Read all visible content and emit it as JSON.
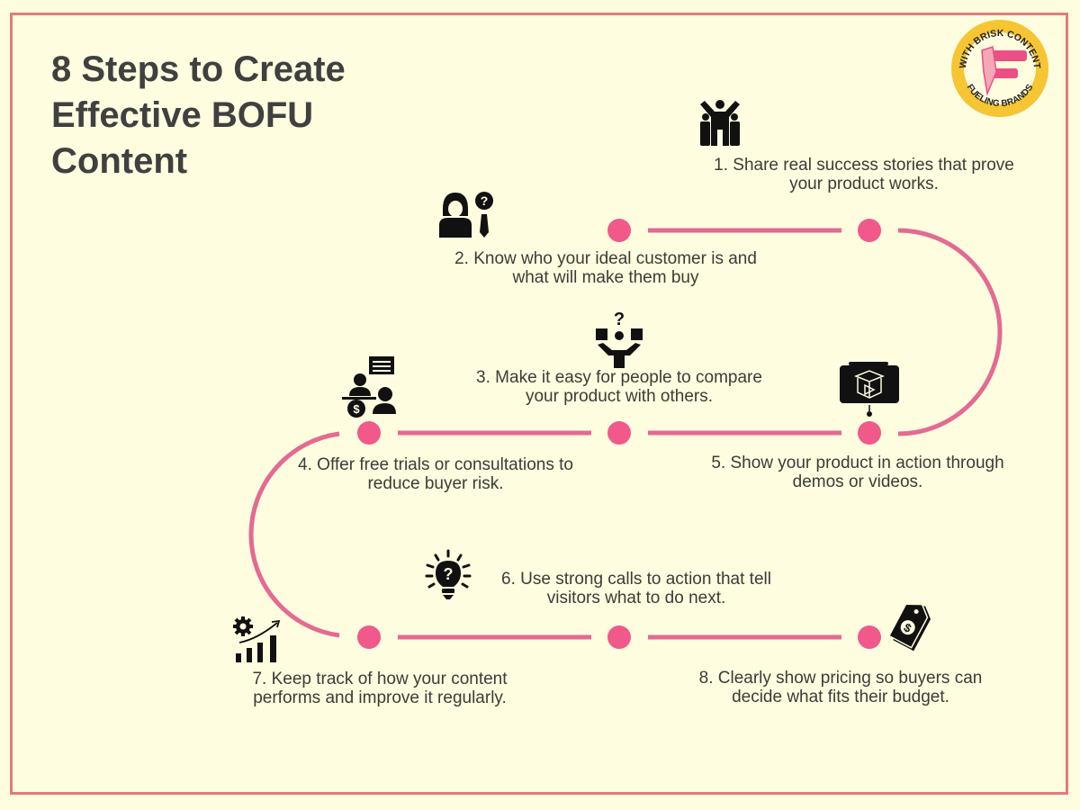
{
  "title": [
    "8 Steps to Create",
    "Effective BOFU",
    "Content"
  ],
  "logo": {
    "top_arc_text": "WITH BRISK CONTENT",
    "bottom_arc_text": "FUELING BRANDS",
    "icon": "pencil-f-logo-icon",
    "colors": {
      "ring": "#f5c533",
      "letter": "#ec4f86",
      "pencil": "#f3a7b8"
    }
  },
  "colors": {
    "background": "#fefde0",
    "frame": "#e07b80",
    "path_line": "#e46a92",
    "node": "#f0598a",
    "text": "#3c3c36",
    "title": "#404040"
  },
  "steps": [
    {
      "number": 1,
      "lines": [
        "1. Share real success stories that prove",
        "your product works."
      ],
      "icon": "team-celebration-icon"
    },
    {
      "number": 2,
      "lines": [
        "2. Know who your ideal customer is and",
        "what will make them buy"
      ],
      "icon": "customer-question-icon"
    },
    {
      "number": 3,
      "lines": [
        "3. Make it easy for people to compare",
        "your product with others."
      ],
      "icon": "compare-products-icon"
    },
    {
      "number": 4,
      "lines": [
        "4. Offer free trials or consultations to",
        "reduce buyer risk."
      ],
      "icon": "consultation-icon"
    },
    {
      "number": 5,
      "lines": [
        "5. Show your product in action through",
        "demos or videos."
      ],
      "icon": "product-demo-video-icon"
    },
    {
      "number": 6,
      "lines": [
        "6. Use strong calls to action that tell",
        "visitors what to do next."
      ],
      "icon": "lightbulb-question-icon"
    },
    {
      "number": 7,
      "lines": [
        "7. Keep track of how your content",
        "performs and improve it regularly."
      ],
      "icon": "performance-growth-icon"
    },
    {
      "number": 8,
      "lines": [
        "8. Clearly show pricing so buyers can",
        "decide what fits their budget."
      ],
      "icon": "price-tag-icon"
    }
  ]
}
